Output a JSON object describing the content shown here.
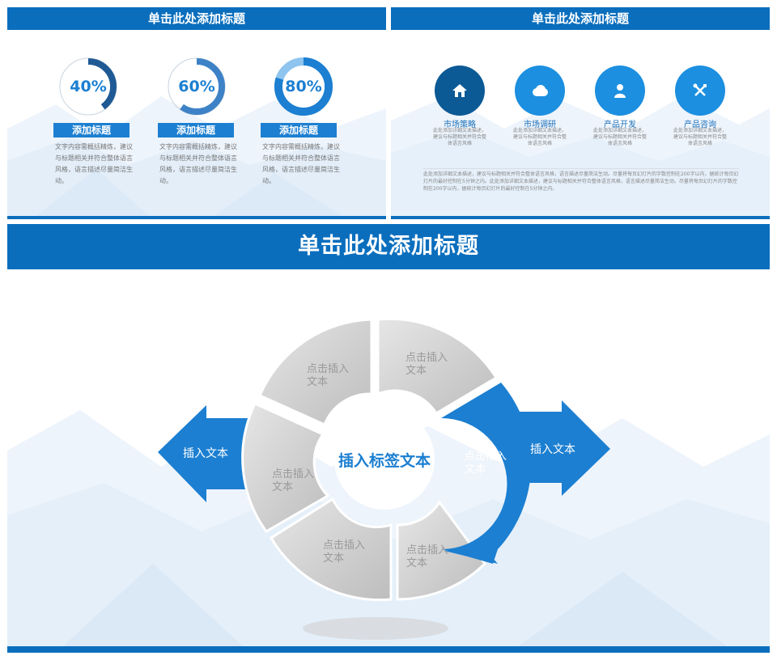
{
  "slide1": {
    "title": "单击此处添加标题",
    "items": [
      {
        "percent_label": "40%",
        "percent": 40,
        "tag": "添加标题",
        "desc": [
          "文字内容需概括精炼，建议",
          "与标题相关并符合整体语言",
          "风格，语言描述尽量简洁生",
          "动。"
        ]
      },
      {
        "percent_label": "60%",
        "percent": 60,
        "tag": "添加标题",
        "desc": [
          "文字内容需概括精炼，建议",
          "与标题相关并符合整体语言",
          "风格，语言描述尽量简洁生",
          "动。"
        ]
      },
      {
        "percent_label": "80%",
        "percent": 80,
        "tag": "添加标题",
        "desc": [
          "文字内容需概括精炼，建议",
          "与标题相关并符合整体语言",
          "风格，语言描述尽量简洁生",
          "动。"
        ]
      }
    ]
  },
  "slide2": {
    "title": "单击此处添加标题",
    "items": [
      {
        "icon": "home-icon",
        "title": "市场策略",
        "desc": [
          "此处添加详细文本描述，",
          "建议与标题相关并符合整",
          "体语言风格"
        ]
      },
      {
        "icon": "cloud-icon",
        "title": "市场调研",
        "desc": [
          "此处添加详细文本描述，",
          "建议与标题相关并符合整",
          "体语言风格"
        ]
      },
      {
        "icon": "user-icon",
        "title": "产品开发",
        "desc": [
          "此处添加详细文本描述，",
          "建议与标题相关并符合整",
          "体语言风格"
        ]
      },
      {
        "icon": "tools-icon",
        "title": "产品咨询",
        "desc": [
          "此处添加详细文本描述，",
          "建议与标题相关并符合整",
          "体语言风格"
        ]
      }
    ],
    "paragraph": "此处添加详细文本描述，建议与标题相关并符合整体语言风格，语言描述尽量简洁生动。尽量将每页幻灯片的字数控制在200字以内，据统计每页幻灯片的最好控制在5分钟之内。此处添加详细文本描述，建议与标题相关并符合整体语言风格，语言描述尽量简洁生动。尽量将每页幻灯片的字数控制在200字以内，据统计每页幻灯片的最好控制在5分钟之内。"
  },
  "slide3": {
    "title": "单击此处添加标题",
    "center": "插入标签文本",
    "left_arrow": "插入文本",
    "right_arrow": "插入文本",
    "segments": [
      {
        "line1": "点击插入",
        "line2": "文本"
      },
      {
        "line1": "点击插入",
        "line2": "文本"
      },
      {
        "line1": "点击插入",
        "line2": "文本"
      },
      {
        "line1": "点击插入",
        "line2": "文本"
      },
      {
        "line1": "点击插入",
        "line2": "文本"
      },
      {
        "line1": "点击插入",
        "line2": "文本"
      }
    ]
  },
  "colors": {
    "primary": "#0a6ebd",
    "accent": "#1c7fd1",
    "dark": "#1f5a94",
    "light": "#8ec4ee",
    "gray": "#c8c8c8"
  }
}
